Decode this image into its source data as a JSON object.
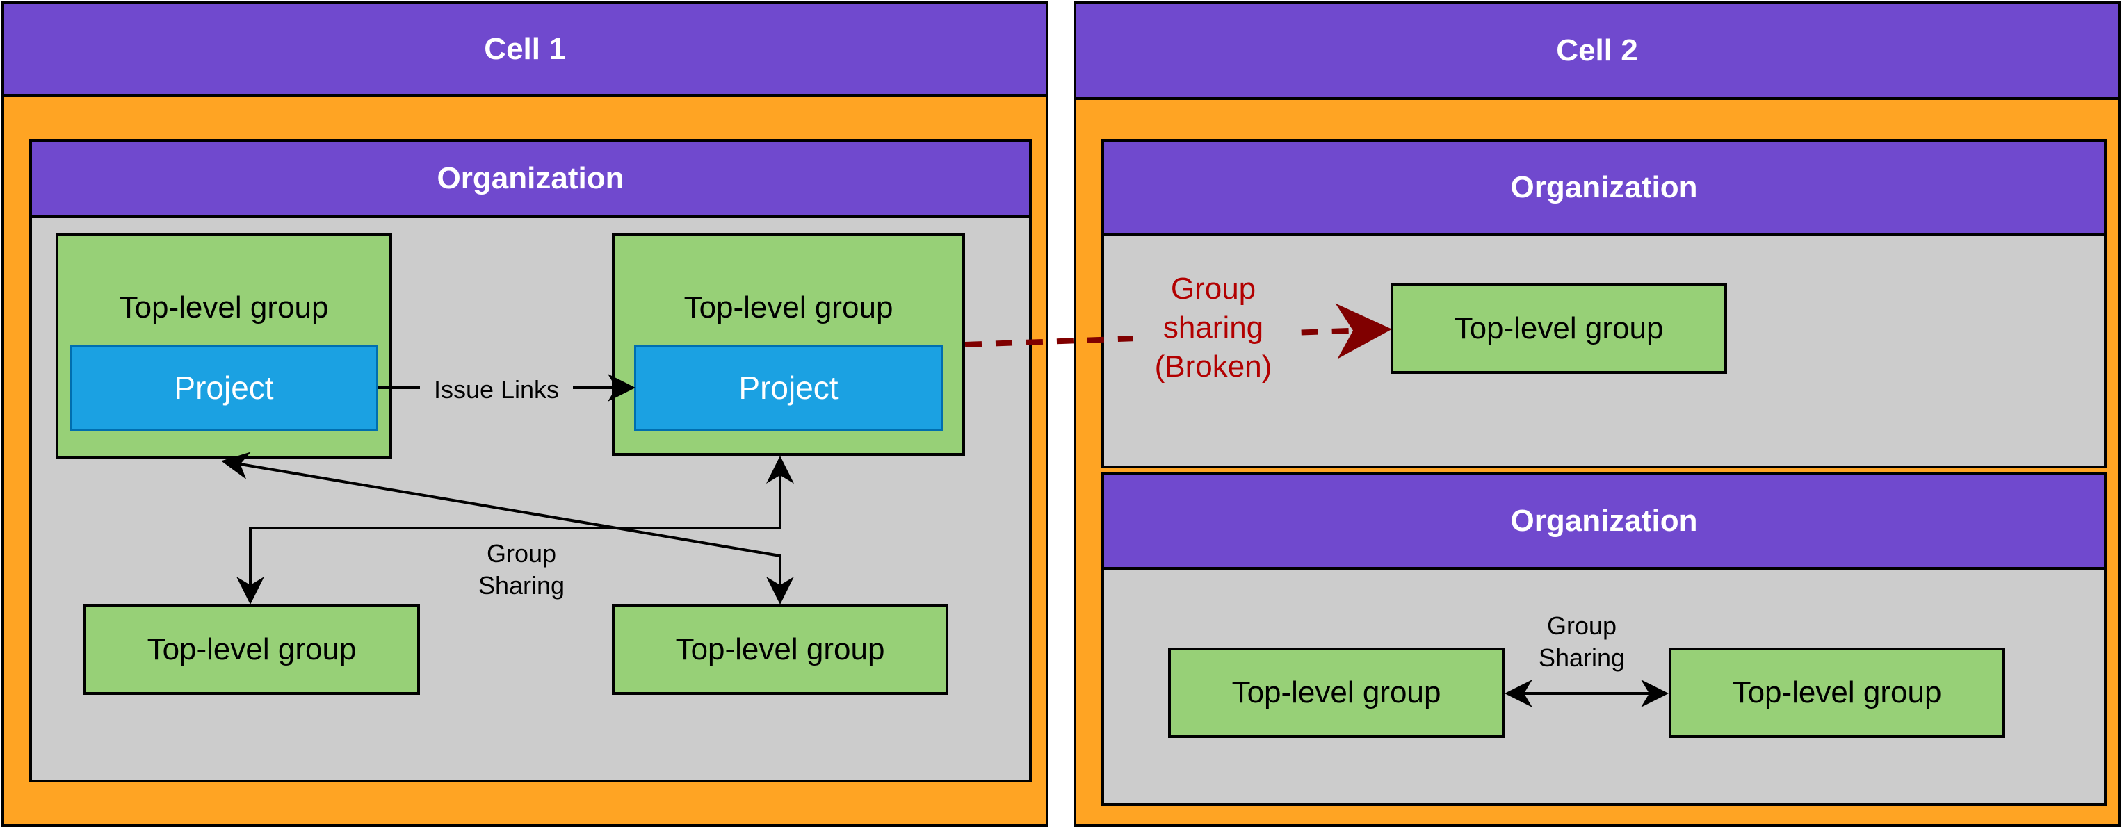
{
  "cells": [
    {
      "title": "Cell 1",
      "organization": {
        "title": "Organization",
        "groups": {
          "top_left": {
            "title": "Top-level group",
            "project": "Project"
          },
          "top_right": {
            "title": "Top-level group",
            "project": "Project"
          },
          "bottom_left": {
            "title": "Top-level group"
          },
          "bottom_right": {
            "title": "Top-level group"
          }
        },
        "issue_links_label": "Issue Links",
        "group_sharing_label": "Group\nSharing"
      }
    },
    {
      "title": "Cell 2",
      "organizations": [
        {
          "title": "Organization",
          "group": "Top-level group",
          "broken_label": "Group\nsharing\n(Broken)"
        },
        {
          "title": "Organization",
          "group_left": "Top-level group",
          "group_right": "Top-level group",
          "group_sharing_label": "Group\nSharing"
        }
      ]
    }
  ],
  "colors": {
    "cell_background": "#FFA423",
    "header_purple": "#7049CE",
    "organization_body": "#CCCCCC",
    "group_green": "#97D077",
    "project_blue": "#1BA1E2",
    "broken_link": "#800000",
    "broken_text": "#B20000"
  }
}
